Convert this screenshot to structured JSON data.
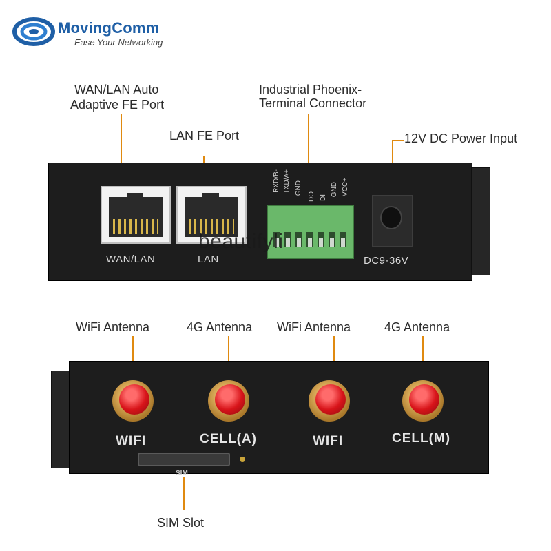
{
  "brand": {
    "name": "MovingComm",
    "tagline": "Ease Your Networking",
    "logo_icon": "swirl-logo-icon"
  },
  "callouts": {
    "wan_lan_line1": "WAN/LAN Auto",
    "wan_lan_line2": "Adaptive FE Port",
    "lan_fe": "LAN FE Port",
    "phoenix_line1": "Industrial Phoenix-",
    "phoenix_line2": "Terminal Connector",
    "power": "12V DC Power Input",
    "wifi_antenna_1": "WiFi Antenna",
    "antenna_4g_1": "4G Antenna",
    "wifi_antenna_2": "WiFi Antenna",
    "antenna_4g_2": "4G Antenna",
    "sim_slot": "SIM Slot"
  },
  "top_panel": {
    "wan_lan_port": "WAN/LAN",
    "lan_port": "LAN",
    "dc_range": "DC9-36V",
    "terminal_pins": [
      "RXD/B-",
      "TXD/A+",
      "GND",
      "DO",
      "DI",
      "GND",
      "VCC+"
    ]
  },
  "bottom_panel": {
    "antennas": [
      "WIFI",
      "CELL(A)",
      "WIFI",
      "CELL(M)"
    ],
    "sim_label": "SIM"
  },
  "watermark": "beautifyli",
  "colors": {
    "brand_blue": "#1f5fa6",
    "lead_orange": "#e08a10",
    "panel": "#1d1d1d",
    "terminal_green": "#6ab86a",
    "antenna_red": "#d8141a",
    "antenna_gold": "#c9952f"
  }
}
